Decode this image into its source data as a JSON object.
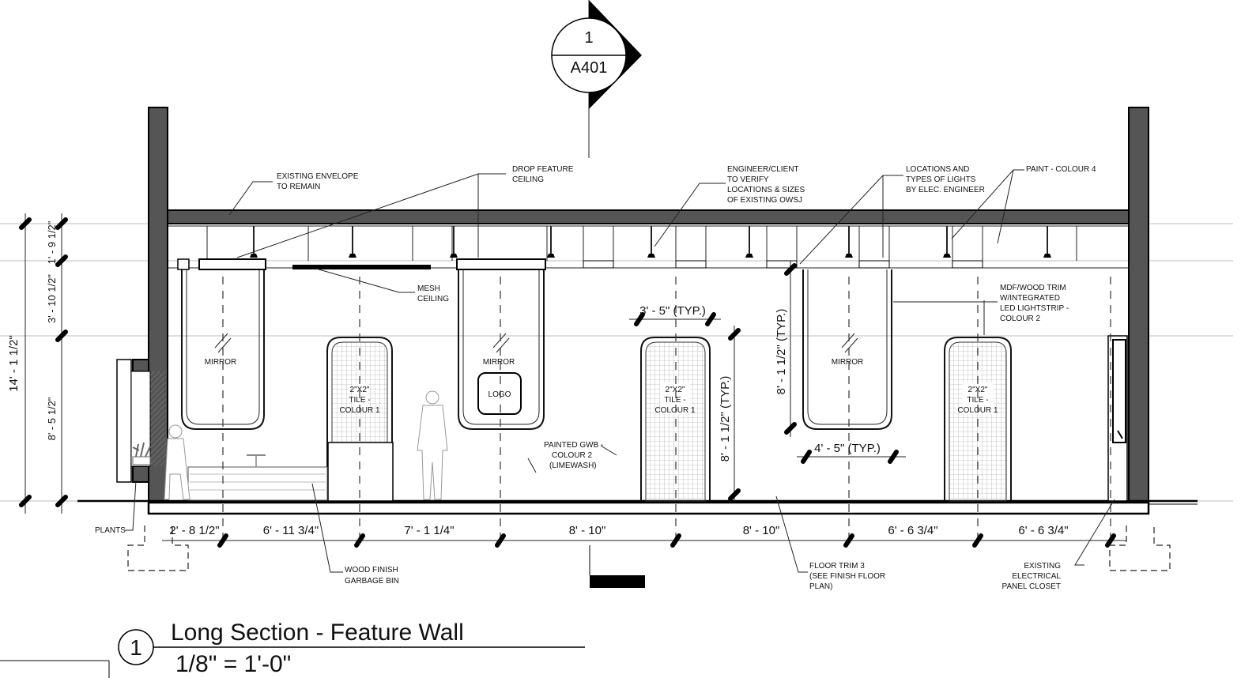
{
  "section_marker": {
    "number": "1",
    "sheet": "A401"
  },
  "notes": {
    "existing_envelope": [
      "EXISTING ENVELOPE",
      "TO REMAIN"
    ],
    "drop_feature_ceiling": [
      "DROP FEATURE",
      "CEILING"
    ],
    "engineer_client": [
      "ENGINEER/CLIENT",
      "TO VERIFY",
      "LOCATIONS & SIZES",
      "OF EXISTING OWSJ"
    ],
    "locations_lights": [
      "LOCATIONS AND",
      "TYPES OF LIGHTS",
      "BY ELEC. ENGINEER"
    ],
    "paint_colour4": [
      "PAINT - COLOUR 4"
    ],
    "mesh_ceiling": [
      "MESH",
      "CEILING"
    ],
    "mdf_trim": [
      "MDF/WOOD TRIM",
      "W/INTEGRATED",
      "LED LIGHTSTRIP -",
      "COLOUR 2"
    ],
    "painted_gwb": [
      "PAINTED GWB -",
      "COLOUR 2",
      "(LIMEWASH)"
    ],
    "plants": [
      "PLANTS"
    ],
    "wood_finish_bin": [
      "WOOD FINISH",
      "GARBAGE BIN"
    ],
    "floor_trim": [
      "FLOOR TRIM 3",
      "(SEE FINISH FLOOR",
      "PLAN)"
    ],
    "electrical_panel": [
      "EXISTING",
      "ELECTRICAL",
      "PANEL CLOSET"
    ]
  },
  "labels": {
    "mirror": "MIRROR",
    "logo": "LOGO",
    "tile": [
      "2\"X2\"",
      "TILE -",
      "COLOUR 1"
    ]
  },
  "dimensions": {
    "vertical_left_outer": "14' - 1 1/2\"",
    "vertical_top": "1' - 9 1/2\"",
    "vertical_mid": "3' - 10 1/2\"",
    "vertical_low": "8' - 5 1/2\"",
    "door_width": "3' - 5\" (TYP.)",
    "door_height": "8' - 1 1/2\" (TYP.)",
    "mirror_height": "8' - 1 1/2\" (TYP.)",
    "mirror_width": "4' - 5\" (TYP.)",
    "bottom_chain": [
      "2' - 8 1/2\"",
      "6' - 11 3/4\"",
      "7' - 1 1/4\"",
      "8' - 10\"",
      "8' - 10\"",
      "6' - 6 3/4\"",
      "6' - 6 3/4\""
    ]
  },
  "title_block": {
    "number": "1",
    "title": "Long Section - Feature Wall",
    "scale": "1/8\" = 1'-0\""
  }
}
